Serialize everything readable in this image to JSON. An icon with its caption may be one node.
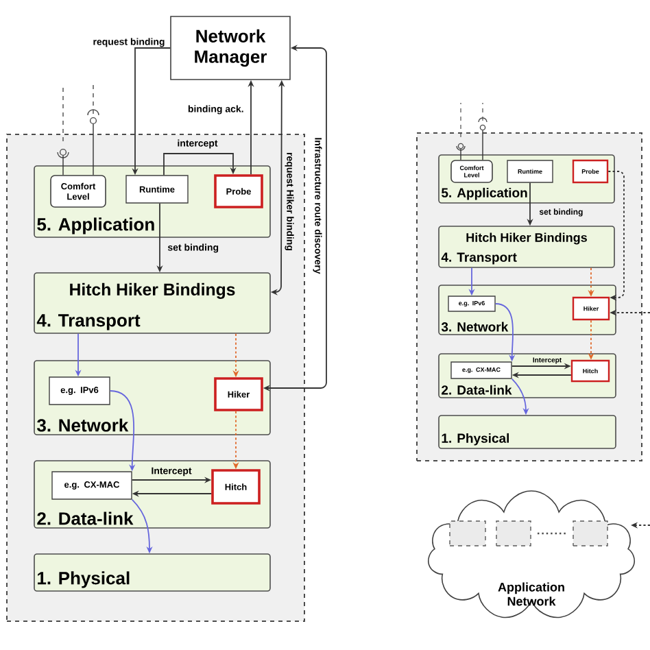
{
  "diagram": {
    "nodes": [
      {
        "text": [
          "Network Manager"
        ]
      },
      {
        "text": [],
        "shape": "box"
      },
      {
        "text": [
          "5. Application"
        ],
        "in": 1
      },
      {
        "text": [
          "Comfort Level"
        ],
        "in": 2
      },
      {
        "text": [
          "Runtime"
        ],
        "in": 2
      },
      {
        "text": [
          "Probe"
        ],
        "in": 2
      },
      {
        "text": [
          "Hitch Hiker Bindings",
          "4. Transport"
        ],
        "in": 1
      },
      {
        "text": [
          "3. Network"
        ],
        "in": 1
      },
      {
        "text": [
          "e.g. IPv6"
        ],
        "in": 7
      },
      {
        "text": [
          "Hiker"
        ],
        "in": 7
      },
      {
        "text": [
          "2. Data-link"
        ],
        "in": 1
      },
      {
        "text": [
          "e.g. CX-MAC"
        ],
        "in": 10
      },
      {
        "text": [
          "Hitch"
        ],
        "in": 10
      },
      {
        "text": [
          "1. Physical"
        ],
        "in": 1
      },
      {
        "text": [],
        "shape": "box"
      },
      {
        "text": [
          "5. Application"
        ],
        "in": 14
      },
      {
        "text": [
          "Comfort Level"
        ],
        "in": 15
      },
      {
        "text": [
          "Runtime"
        ],
        "in": 15
      },
      {
        "text": [
          "Probe"
        ],
        "in": 15
      },
      {
        "text": [
          "Hitch Hiker Bindings",
          "4. Transport"
        ],
        "in": 14
      },
      {
        "text": [
          "3. Network"
        ],
        "in": 14
      },
      {
        "text": [
          "e.g. IPv6"
        ],
        "in": 20
      },
      {
        "text": [
          "Hiker"
        ],
        "in": 20
      },
      {
        "text": [
          "2. Data-link"
        ],
        "in": 14
      },
      {
        "text": [
          "e.g. CX-MAC"
        ],
        "in": 23
      },
      {
        "text": [
          "Hitch"
        ],
        "in": 23
      },
      {
        "text": [
          "1. Physical"
        ],
        "in": 14
      },
      {
        "text": [
          "Application Network"
        ]
      },
      {
        "text": [],
        "shape": "box",
        "in": 27
      },
      {
        "text": [],
        "shape": "box",
        "in": 27
      },
      {
        "text": [],
        "shape": "box",
        "in": 27
      },
      {
        "text": [],
        "shape": "circle",
        "in": 1
      },
      {
        "text": [],
        "shape": "circle"
      },
      {
        "text": [],
        "shape": "circle",
        "in": 14
      },
      {
        "text": [],
        "shape": "circle"
      }
    ],
    "edges": [
      {
        "from": 0,
        "to": 4,
        "arrow": "to",
        "label": "request binding"
      },
      {
        "from": 5,
        "to": 0,
        "arrow": "to",
        "label": "binding ack."
      },
      {
        "from": 4,
        "to": 5,
        "arrow": "to",
        "label": "intercept"
      },
      {
        "from": 4,
        "to": 6,
        "arrow": "to",
        "label": "set binding"
      },
      {
        "from": 6,
        "to": 0,
        "arrow": "both",
        "label": "request Hiker binding"
      },
      {
        "from": 0,
        "to": 9,
        "arrow": "both",
        "label": "Infrastructure route discovery"
      },
      {
        "from": 6,
        "to": 8,
        "arrow": "to",
        "color": "#6666dd"
      },
      {
        "from": 8,
        "to": 11,
        "arrow": "to",
        "color": "#6666dd"
      },
      {
        "from": 11,
        "to": 13,
        "arrow": "to",
        "color": "#6666dd"
      },
      {
        "from": 6,
        "to": 9,
        "arrow": "to",
        "style": "dashed",
        "color": "#e0682a"
      },
      {
        "from": 9,
        "to": 12,
        "arrow": "to",
        "style": "dashed",
        "color": "#e0682a"
      },
      {
        "from": 11,
        "to": 12,
        "arrow": "to",
        "label": "Intercept"
      },
      {
        "from": 12,
        "to": 11,
        "arrow": "to"
      },
      {
        "from": 17,
        "to": 19,
        "arrow": "to",
        "label": "set binding"
      },
      {
        "from": 19,
        "to": 21,
        "arrow": "to",
        "color": "#6666dd"
      },
      {
        "from": 21,
        "to": 24,
        "arrow": "to",
        "color": "#6666dd"
      },
      {
        "from": 24,
        "to": 26,
        "arrow": "to",
        "color": "#6666dd"
      },
      {
        "from": 19,
        "to": 22,
        "arrow": "to",
        "style": "dashed",
        "color": "#e0682a"
      },
      {
        "from": 22,
        "to": 25,
        "arrow": "to",
        "style": "dashed",
        "color": "#e0682a"
      },
      {
        "from": 24,
        "to": 25,
        "arrow": "to",
        "label": "Intercept"
      },
      {
        "from": 25,
        "to": 24,
        "arrow": "to"
      },
      {
        "from": 18,
        "to": 22,
        "arrow": "to",
        "style": "dashed"
      },
      {
        "from": null,
        "to": 22,
        "arrow": "to",
        "style": "dashed"
      },
      {
        "from": null,
        "to": 27,
        "arrow": "to",
        "style": "dashed"
      },
      {
        "from": 3,
        "to": 31,
        "arrow": "none"
      },
      {
        "from": 3,
        "to": 32,
        "arrow": "none"
      },
      {
        "from": 16,
        "to": 33,
        "arrow": "none"
      },
      {
        "from": 16,
        "to": 34,
        "arrow": "none"
      }
    ]
  }
}
